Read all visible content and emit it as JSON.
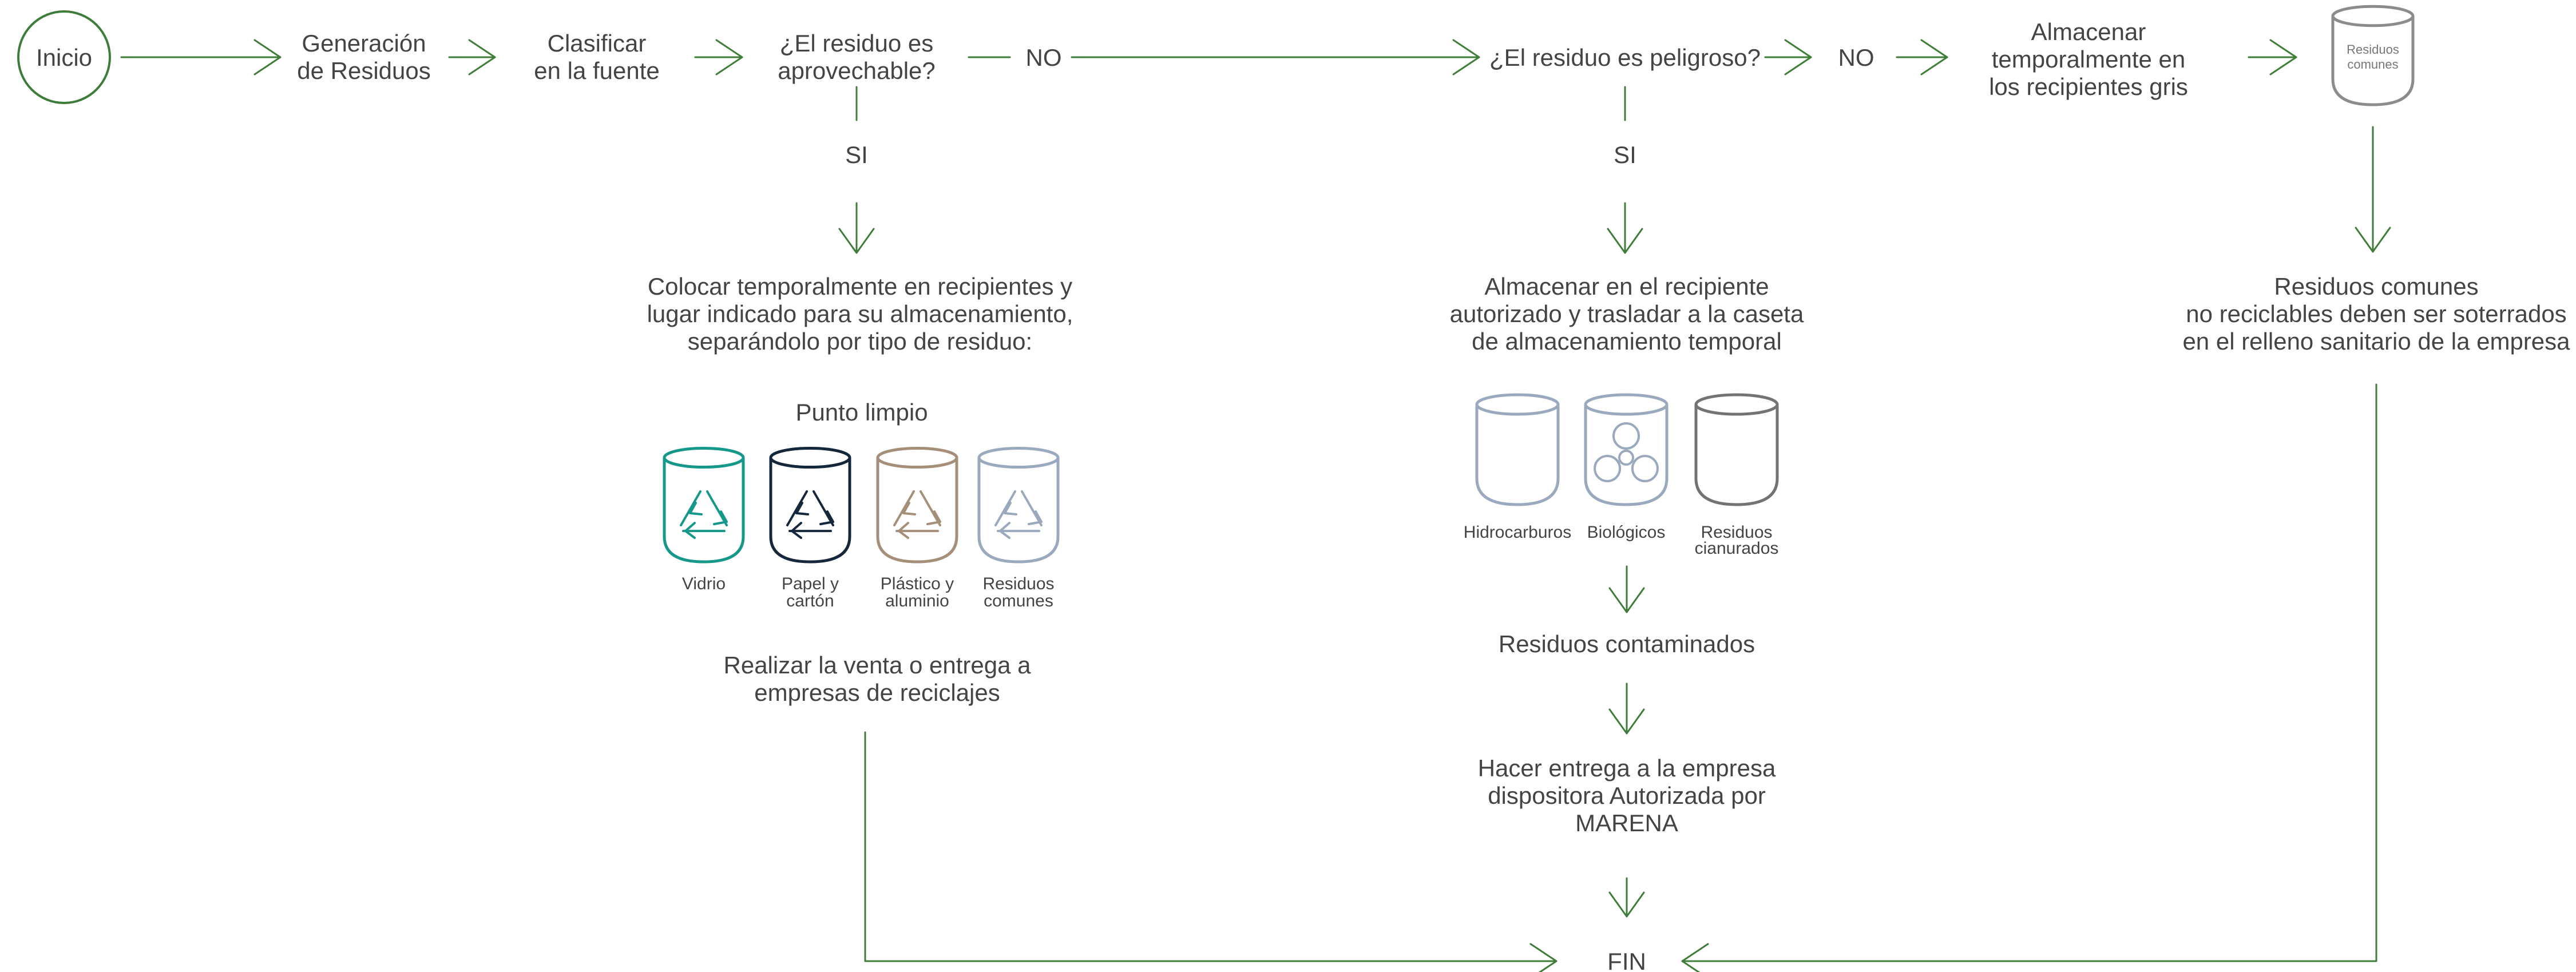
{
  "colors": {
    "flow_green": "#3e7d37",
    "text": "#444444",
    "teal": "#15988a",
    "navy": "#15283b",
    "tan": "#a58f78",
    "bluegrey": "#9aa9bd",
    "dark_grey": "#737373",
    "light_grey": "#8c8c8c"
  },
  "nodes": {
    "start": "Inicio",
    "generation": [
      "Generación",
      "de Residuos"
    ],
    "classify": [
      "Clasificar",
      "en la fuente"
    ],
    "q_usable": [
      "¿El residuo es",
      "aprovechable?"
    ],
    "no1": "NO",
    "si1": "SI",
    "q_hazard": "¿El residuo es peligroso?",
    "no2": "NO",
    "si2": "SI",
    "store_grey": [
      "Almacenar",
      "temporalmente en",
      "los recipientes gris"
    ],
    "bin_common_top": [
      "Residuos",
      "comunes"
    ],
    "place_temp": [
      "Colocar temporalmente en recipientes y",
      "lugar indicado para su almacenamiento,",
      "separándolo por tipo de residuo:"
    ],
    "clean_point": "Punto limpio",
    "sell": [
      "Realizar la venta o entrega a",
      "empresas de reciclajes"
    ],
    "store_auth": [
      "Almacenar en el recipiente",
      "autorizado y trasladar a la caseta",
      "de almacenamiento temporal"
    ],
    "contaminated": "Residuos contaminados",
    "deliver": [
      "Hacer entrega a la empresa",
      "dispositora Autorizada por",
      "MARENA"
    ],
    "common_bury": [
      "Residuos comunes",
      "no reciclables deben ser soterrados",
      "en el relleno sanitario de la empresa"
    ],
    "end": "FIN"
  },
  "recycle_bins": [
    {
      "label": [
        "Vidrio"
      ],
      "color": "#15988a",
      "icon": "recycle-icon"
    },
    {
      "label": [
        "Papel y",
        "cartón"
      ],
      "color": "#15283b",
      "icon": "recycle-icon"
    },
    {
      "label": [
        "Plástico y",
        "aluminio"
      ],
      "color": "#a58f78",
      "icon": "recycle-icon"
    },
    {
      "label": [
        "Residuos",
        "comunes"
      ],
      "color": "#9aa9bd",
      "icon": "recycle-icon"
    }
  ],
  "hazard_bins": [
    {
      "label": [
        "Hidrocarburos"
      ],
      "color": "#9aa9bd",
      "icon": ""
    },
    {
      "label": [
        "Biológicos"
      ],
      "color": "#9aa9bd",
      "icon": "biohazard-icon"
    },
    {
      "label": [
        "Residuos",
        "cianurados"
      ],
      "color": "#737373",
      "icon": ""
    }
  ]
}
